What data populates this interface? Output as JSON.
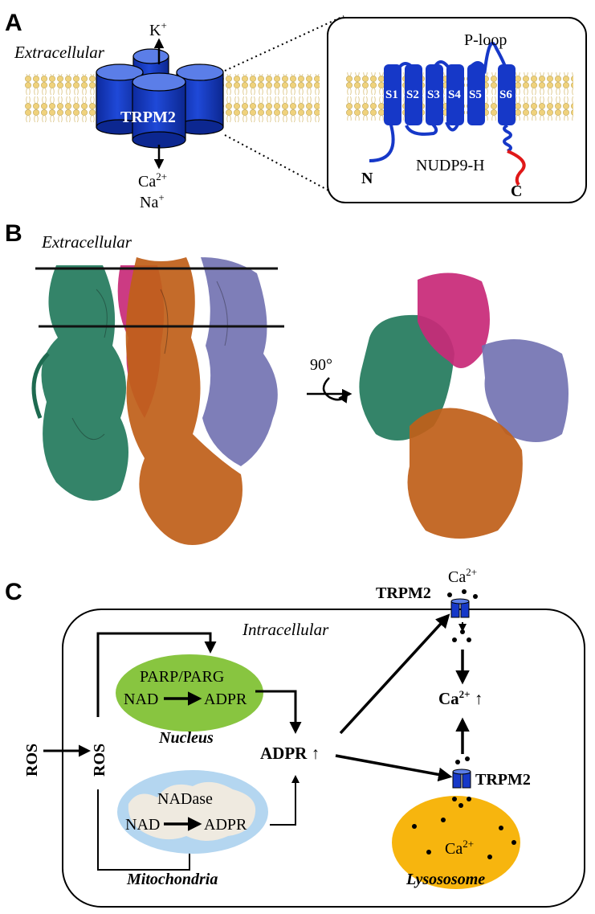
{
  "panel_a": {
    "label": "A",
    "extracellular": "Extracellular",
    "channel_name": "TRPM2",
    "ion_out": "K",
    "ion_out_sup": "+",
    "ion_in_1": "Ca",
    "ion_in_1_sup": "2+",
    "ion_in_2": "Na",
    "ion_in_2_sup": "+",
    "segments": [
      "S1",
      "S2",
      "S3",
      "S4",
      "S5",
      "S6"
    ],
    "p_loop": "P-loop",
    "n_term": "N",
    "c_term": "C",
    "nudt9": "NUDP9-H"
  },
  "panel_b": {
    "label": "B",
    "extracellular": "Extracellular",
    "rotation": "90°"
  },
  "panel_c": {
    "label": "C",
    "intracellular": "Intracellular",
    "ros_outside": "ROS",
    "ros_inside": "ROS",
    "parp": "PARP/PARG",
    "nad_nucleus": "NAD",
    "adpr_nucleus": "ADPR",
    "nucleus": "Nucleus",
    "nadase": "NADase",
    "nad_mito": "NAD",
    "adpr_mito": "ADPR",
    "mitochondria": "Mitochondria",
    "adpr_center": "ADPR ↑",
    "trpm2_top": "TRPM2",
    "ca_top": "Ca",
    "ca_top_sup": "2+",
    "ca_up": "Ca",
    "ca_up_sup": "2+",
    "ca_up_arrow": " ↑",
    "trpm2_lyso": "TRPM2",
    "ca_lyso": "Ca",
    "ca_lyso_sup": "2+",
    "lysosome": "Lysososome"
  },
  "colors": {
    "channel_blue": "#1638c8",
    "nudt9_red": "#e01818",
    "nucleus_green": "#88c540",
    "mito_blue": "#b4d6f0",
    "lysosome_orange": "#f7b50e",
    "protein_green": "#237a5c",
    "protein_orange": "#c0601a",
    "protein_magenta": "#c82a78",
    "protein_purple": "#7070b0"
  }
}
